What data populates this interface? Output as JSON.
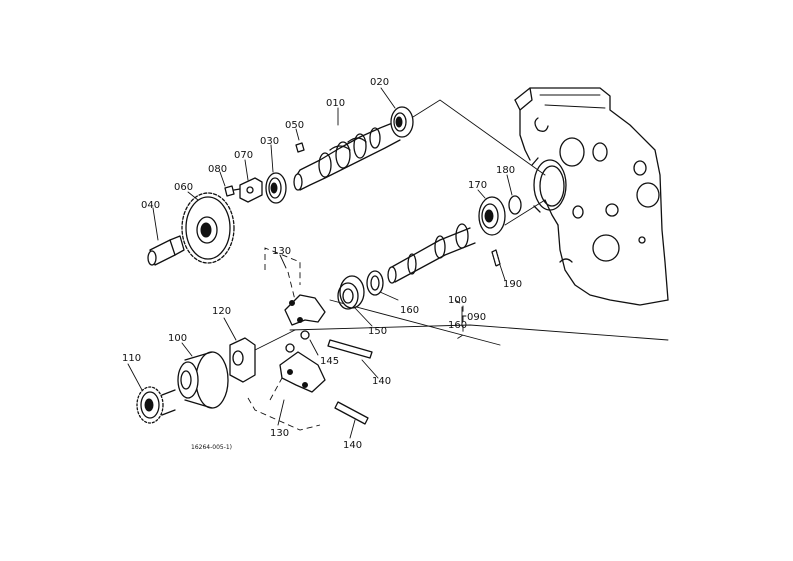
{
  "callouts": {
    "c010": "010",
    "c020": "020",
    "c030": "030",
    "c040": "040",
    "c050": "050",
    "c060": "060",
    "c070": "070",
    "c080": "080",
    "c100": "100",
    "c110": "110",
    "c120": "120",
    "c130a": "130",
    "c130b": "130",
    "c140a": "140",
    "c140b": "140",
    "c145": "145",
    "c150": "150",
    "c160": "160",
    "c170": "170",
    "c180": "180",
    "c190": "190",
    "g100": "100",
    "g160": "160",
    "g090": "090"
  },
  "drawing_code": "16264-005-1)"
}
